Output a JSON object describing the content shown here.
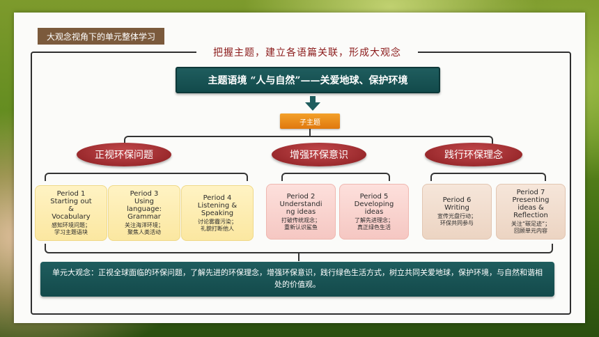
{
  "corner_tag": "大观念视角下的单元整体学习",
  "heading": "把握主题，建立各语篇关联，形成大观念",
  "theme": "主题语境 “人与自然”——关爱地球、保护环境",
  "subtheme_label": "子主题",
  "subthemes": [
    {
      "label": "正视环保问题"
    },
    {
      "label": "增强环保意识"
    },
    {
      "label": "践行环保理念"
    }
  ],
  "periods": [
    {
      "title": "Period 1\nStarting out\n&\nVocabulary",
      "desc": "感知环境问题；\n学习主题语块"
    },
    {
      "title": "Period 3\nUsing\nlanguage:\nGrammar",
      "desc": "关注海洋环境；\n聚焦人类活动"
    },
    {
      "title": "Period 4\nListening &\nSpeaking",
      "desc": "讨论雾霾污染；\n礼貌打断他人"
    },
    {
      "title": "Period 2\nUnderstandi\nng ideas",
      "desc": "打破传统观念；\n重新认识鲨鱼"
    },
    {
      "title": "Period 5\nDeveloping\nideas",
      "desc": "了解先进理念；\n真正绿色生活"
    },
    {
      "title": "Period 6\nWriting",
      "desc": "宣传光盘行动；\n环保共同参与"
    },
    {
      "title": "Period 7\nPresenting\nideas &\nReflection",
      "desc": "关注“碳足迹”；\n回顾单元内容"
    }
  ],
  "summary": "单元大观念：正视全球面临的环保问题，了解先进的环保理念，增强环保意识，践行绿色生活方式，树立共同关爱地球，保护环境，与自然和谐相处的价值观。",
  "colors": {
    "teal": "#1f5d5e",
    "red": "#9b2a2d",
    "orange": "#e0780e",
    "brown_tag": "#7b5a3c",
    "heading_red": "#8b1b1b"
  }
}
